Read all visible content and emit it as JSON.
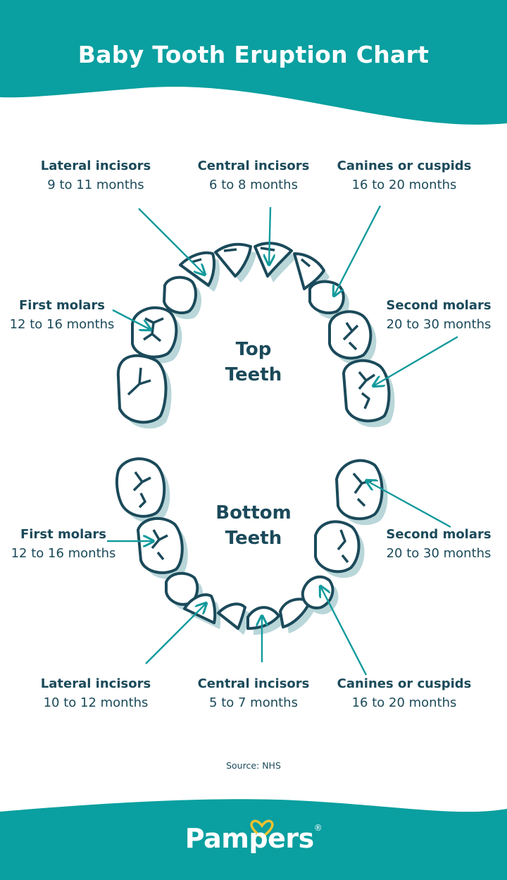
{
  "header": {
    "title": "Baby Tooth Eruption Chart"
  },
  "top": {
    "jaw_title_line1": "Top",
    "jaw_title_line2": "Teeth",
    "labels": {
      "lateral_incisors": {
        "title": "Lateral incisors",
        "range": "9 to 11  months"
      },
      "central_incisors": {
        "title": "Central incisors",
        "range": "6 to 8 months"
      },
      "canines": {
        "title": "Canines or cuspids",
        "range": "16 to 20 months"
      },
      "first_molars": {
        "title": "First molars",
        "range": "12 to 16 months"
      },
      "second_molars": {
        "title": "Second molars",
        "range": "20 to 30 months"
      }
    }
  },
  "bottom": {
    "jaw_title_line1": "Bottom",
    "jaw_title_line2": "Teeth",
    "labels": {
      "first_molars": {
        "title": "First molars",
        "range": "12 to 16 months"
      },
      "second_molars": {
        "title": "Second molars",
        "range": "20 to 30 months"
      },
      "lateral_incisors": {
        "title": "Lateral incisors",
        "range": "10 to 12 months"
      },
      "central_incisors": {
        "title": "Central incisors",
        "range": "5 to 7 months"
      },
      "canines": {
        "title": "Canines or cuspids",
        "range": "16 to 20 months"
      }
    }
  },
  "source": "Source: NHS",
  "brand": {
    "name": "Pampers",
    "mark": "®"
  },
  "colors": {
    "teal": "#0a9fa0",
    "outline": "#1b4a5a",
    "shadow": "#b9d6d9",
    "arrow": "#139a9c"
  }
}
